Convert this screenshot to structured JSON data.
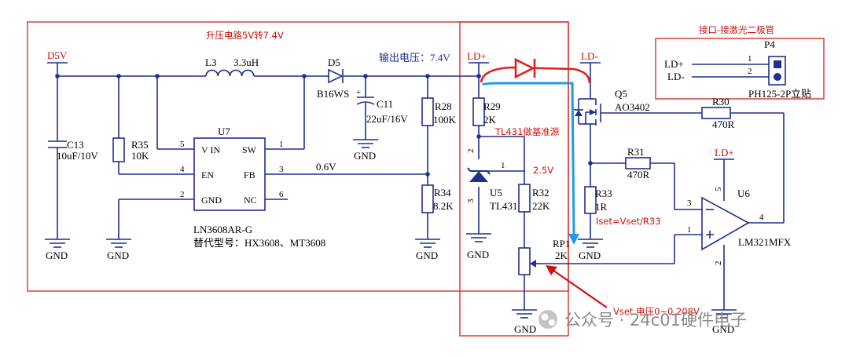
{
  "boxes": {
    "boost_title": "升压电路5V转7.4V",
    "ref_title": "TL431做基准源",
    "conn_title": "接口-接激光二极管"
  },
  "nets": {
    "d5v": "D5V",
    "gnd": "GND",
    "ld_plus": "LD+",
    "ld_minus": "LD-",
    "out_label": "输出电压：7.4V",
    "fb_voltage": "0.6V",
    "ref_voltage": "2.5V"
  },
  "components": {
    "c13": {
      "ref": "C13",
      "value": "10uF/10V"
    },
    "r35": {
      "ref": "R35",
      "value": "10K"
    },
    "l3": {
      "ref": "L3",
      "value": "3.3uH"
    },
    "d5": {
      "ref": "D5",
      "value": "B16WS"
    },
    "c11": {
      "ref": "C11",
      "value": "22uF/16V"
    },
    "r28": {
      "ref": "R28",
      "value": "100K"
    },
    "r34": {
      "ref": "R34",
      "value": "8.2K"
    },
    "u7": {
      "ref": "U7",
      "part": "LN3608AR-G",
      "alt": "替代型号：HX3608、MT3608",
      "pins": {
        "vin": "V IN",
        "sw": "SW",
        "en": "EN",
        "fb": "FB",
        "gnd": "GND",
        "nc": "NC"
      },
      "pin_numbers": [
        "5",
        "1",
        "4",
        "3",
        "2",
        "6"
      ]
    },
    "r29": {
      "ref": "R29",
      "value": "2K"
    },
    "u5": {
      "ref": "U5",
      "part": "TL431",
      "pin_numbers": [
        "2",
        "1",
        "3"
      ]
    },
    "r32": {
      "ref": "R32",
      "value": "22K"
    },
    "rp1": {
      "ref": "RP1",
      "value": "2K"
    },
    "q5": {
      "ref": "Q5",
      "part": "AO3402"
    },
    "r30": {
      "ref": "R30",
      "value": "470R"
    },
    "r31": {
      "ref": "R31",
      "value": "470R"
    },
    "r33": {
      "ref": "R33",
      "value": "1R"
    },
    "u6": {
      "ref": "U6",
      "part": "LM321MFX",
      "pin_numbers": [
        "5",
        "3",
        "4",
        "1",
        "2"
      ]
    },
    "p4": {
      "ref": "P4",
      "part": "PH125-2P立贴",
      "pins": [
        "1",
        "2"
      ],
      "pin_nets": [
        "LD+",
        "LD-"
      ]
    }
  },
  "annotations": {
    "iset": "Iset=Vset/R33",
    "vset": "Vset 电压0~0.208V"
  },
  "watermark": "公众号 · 24c01硬件电子",
  "colors": {
    "wire": "#1f2f8f",
    "box": "#d83030",
    "note": "#d01010",
    "current_path": "#1e9be8",
    "laser": "#e02020"
  }
}
